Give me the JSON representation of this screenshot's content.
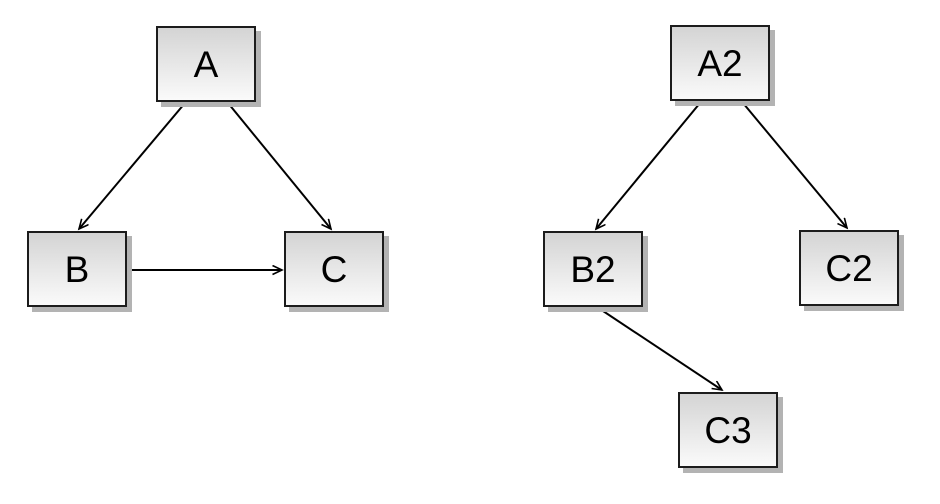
{
  "diagram": {
    "background_color": "#ffffff",
    "node_style": {
      "fill_top": "#d4d4d4",
      "fill_bottom": "#fafafa",
      "border_color": "#1c1c1c",
      "shadow_color": "#b3b3b3",
      "text_color": "#000000",
      "arrow_style": "open-v"
    },
    "graphs": [
      {
        "name": "left-graph",
        "nodes": [
          {
            "id": "A",
            "label": "A"
          },
          {
            "id": "B",
            "label": "B"
          },
          {
            "id": "C",
            "label": "C"
          }
        ],
        "edges": [
          {
            "from": "A",
            "to": "B"
          },
          {
            "from": "A",
            "to": "C"
          },
          {
            "from": "B",
            "to": "C"
          }
        ]
      },
      {
        "name": "right-graph",
        "nodes": [
          {
            "id": "A2",
            "label": "A2"
          },
          {
            "id": "B2",
            "label": "B2"
          },
          {
            "id": "C2",
            "label": "C2"
          },
          {
            "id": "C3",
            "label": "C3"
          }
        ],
        "edges": [
          {
            "from": "A2",
            "to": "B2"
          },
          {
            "from": "A2",
            "to": "C2"
          },
          {
            "from": "B2",
            "to": "C3"
          }
        ]
      }
    ]
  }
}
